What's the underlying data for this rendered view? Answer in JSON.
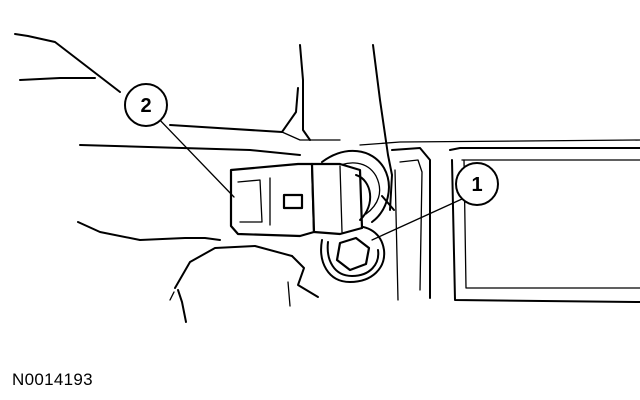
{
  "callouts": [
    {
      "label": "1",
      "target": "mounting-bolt"
    },
    {
      "label": "2",
      "target": "sensor-connector"
    }
  ],
  "figure_id": "N0014193"
}
